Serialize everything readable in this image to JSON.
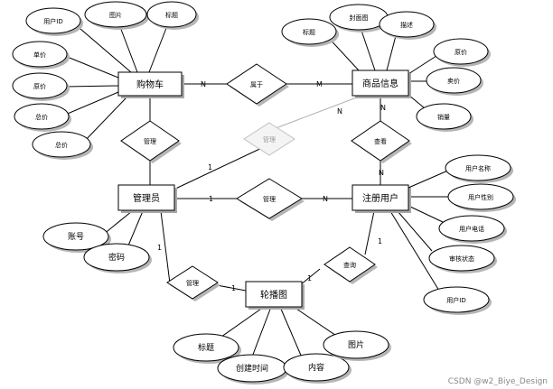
{
  "entities": {
    "cart": "购物车",
    "product": "商品信息",
    "admin": "管理员",
    "user": "注册用户",
    "carousel": "轮播图"
  },
  "cart_attrs": [
    "用户ID",
    "图片",
    "标题",
    "单价",
    "原价",
    "总价",
    "总价"
  ],
  "product_attrs": [
    "标题",
    "封面图",
    "描述",
    "原价",
    "卖价",
    "销量"
  ],
  "admin_attrs": [
    "账号",
    "密码"
  ],
  "user_attrs": [
    "用户名称",
    "用户性别",
    "用户电话",
    "审核状态",
    "用户ID"
  ],
  "carousel_attrs": [
    "标题",
    "创建时间",
    "内容",
    "图片"
  ],
  "relationships": {
    "belongs": "属于",
    "manage_cart": "管理",
    "manage_product": "管理",
    "view": "查看",
    "manage_user": "管理",
    "manage_carousel": "管理",
    "query": "查询"
  },
  "cardinalities": {
    "cart_belongs": "N",
    "belongs_product": "M",
    "product_admin": "N",
    "admin_product": "1",
    "product_view": "N",
    "view_user": "N",
    "admin_user_1": "1",
    "admin_user_n": "N",
    "admin_carousel": "1",
    "carousel_admin": "1",
    "user_query": "1",
    "query_carousel": "1"
  },
  "watermark": "CSDN @w2_Biye_Design"
}
